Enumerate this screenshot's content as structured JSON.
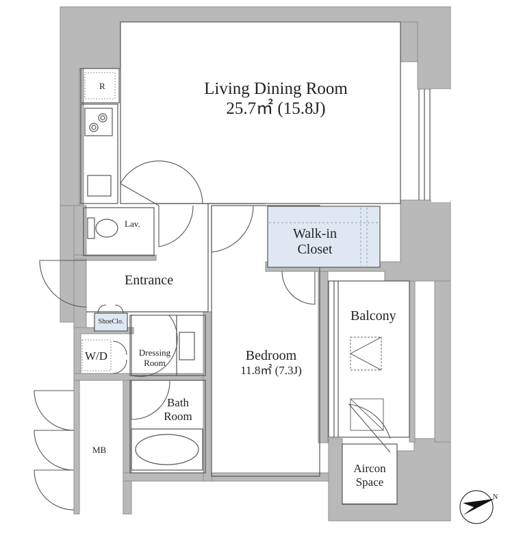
{
  "colors": {
    "wall": "#b9b9b9",
    "wall_edge": "#8d8d8d",
    "line": "#555555",
    "closet_fill": "#dfe8f2",
    "shoe_fill": "#dfe8f2",
    "balcony_line": "#9a9a9a"
  },
  "rooms": {
    "living_dining": {
      "name": "Living Dining Room",
      "area": "25.7㎡ (15.8J)"
    },
    "walk_in_closet": {
      "line1": "Walk-in",
      "line2": "Closet"
    },
    "lavatory": {
      "name": "Lav."
    },
    "entrance": {
      "name": "Entrance"
    },
    "shoe_closet": {
      "name": "ShoeClo."
    },
    "washer": {
      "name": "W/D"
    },
    "dressing_room": {
      "line1": "Dressing",
      "line2": "Room"
    },
    "bedroom": {
      "name": "Bedroom",
      "area": "11.8㎡ (7.3J)"
    },
    "balcony": {
      "name": "Balcony"
    },
    "bath_room": {
      "line1": "Bath",
      "line2": "Room"
    },
    "meter_box": {
      "name": "MB"
    },
    "aircon_space": {
      "line1": "Aircon",
      "line2": "Space"
    },
    "refrigerator": {
      "name": "R"
    }
  },
  "compass": {
    "label": "N",
    "icon": "north-arrow-icon"
  }
}
